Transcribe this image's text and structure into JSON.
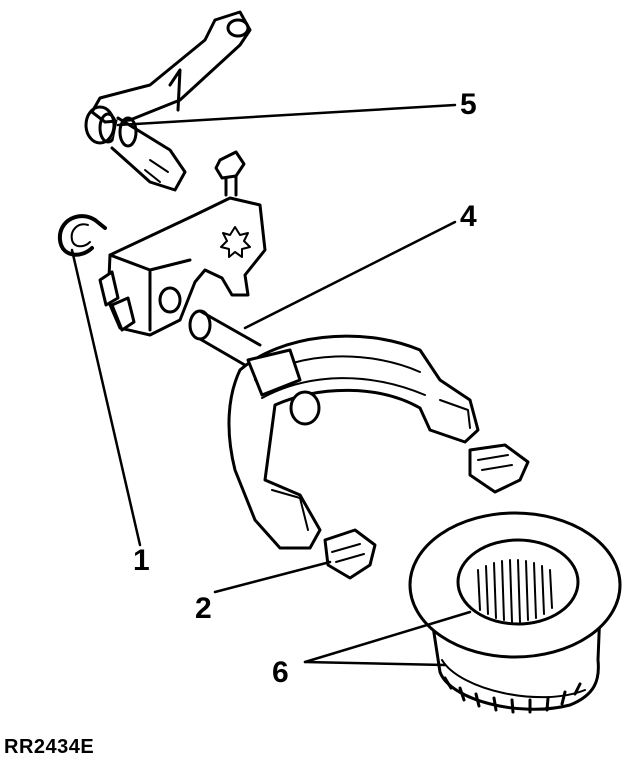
{
  "callouts": {
    "c1": "1",
    "c2": "2",
    "c4": "4",
    "c5": "5",
    "c6": "6"
  },
  "figure_code": "RR2434E",
  "colors": {
    "ink": "#000000",
    "paper": "#ffffff"
  }
}
